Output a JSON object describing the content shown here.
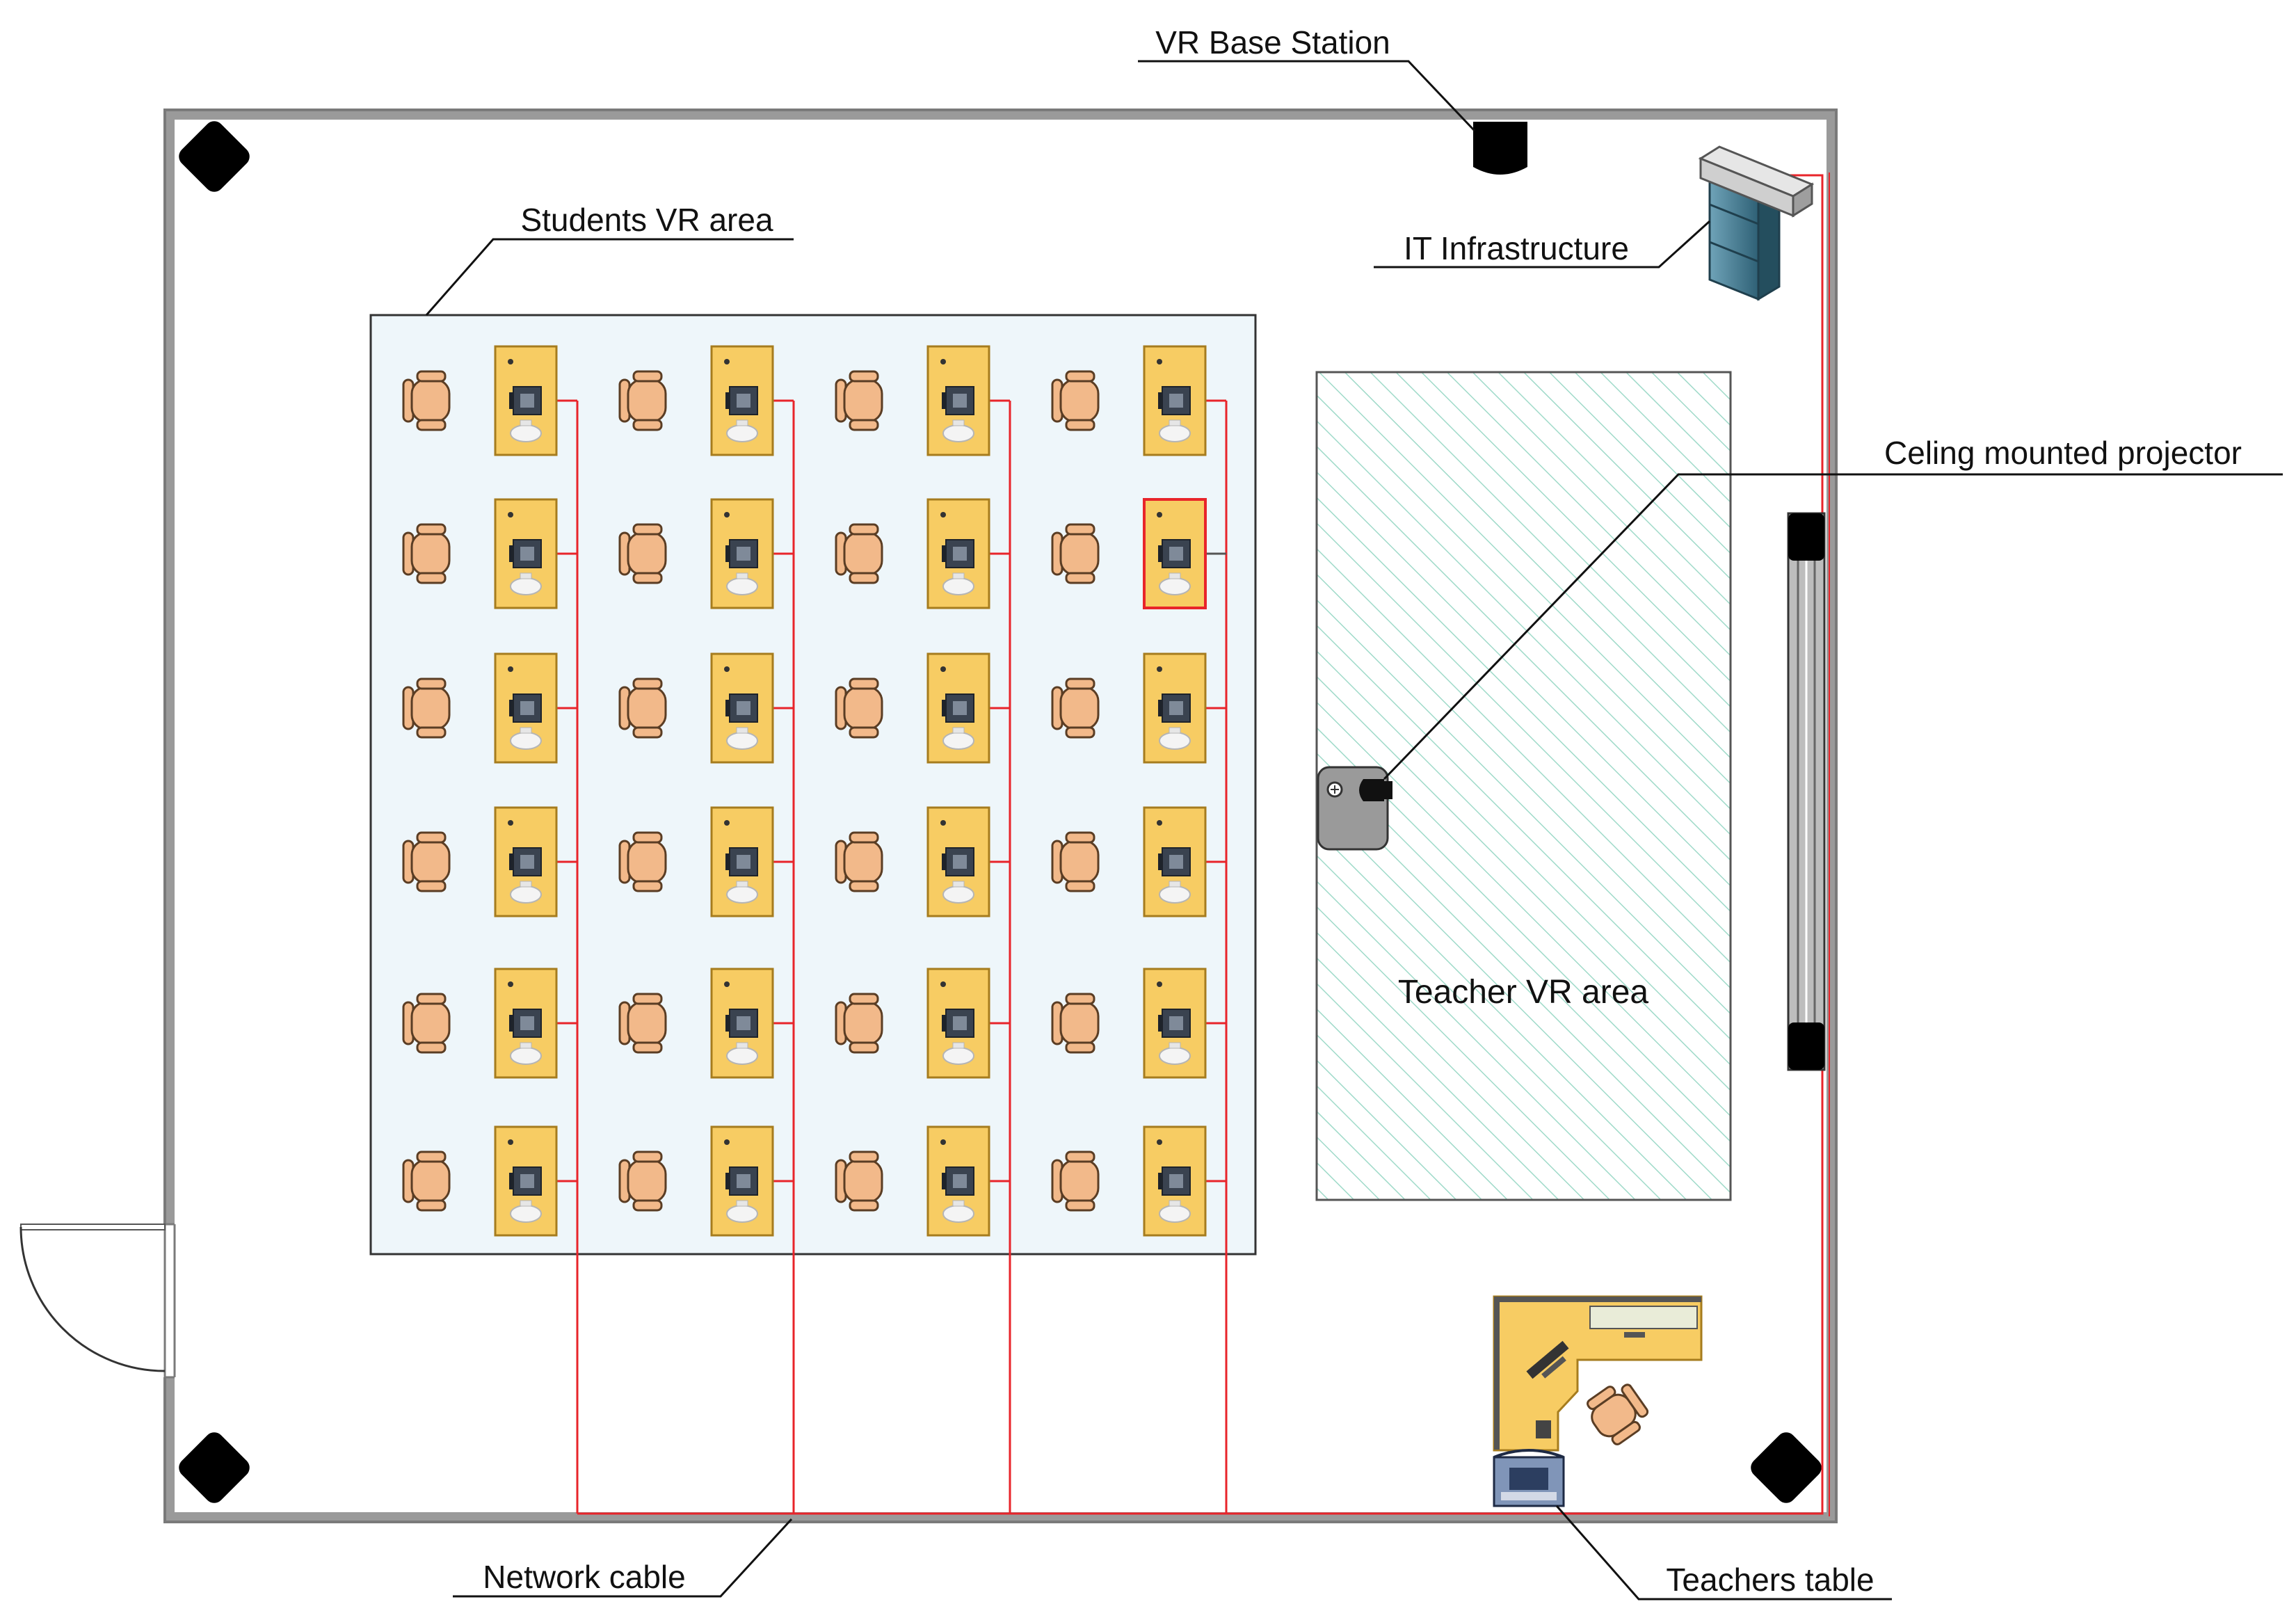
{
  "labels": {
    "vr_base_station": "VR Base Station",
    "students_vr_area": "Students VR area",
    "it_infrastructure": "IT Infrastructure",
    "ceiling_projector": "Celing mounted projector",
    "teacher_vr_area": "Teacher VR area",
    "network_cable": "Network cable",
    "teachers_table": "Teachers table"
  },
  "layout": {
    "student_rows": 6,
    "student_cols": 4,
    "highlighted_desk": {
      "row": 2,
      "col": 4
    }
  },
  "colors": {
    "wall": "#8f8f8f",
    "cable": "#e8242a",
    "students_area_fill": "#eef6fa",
    "teacher_area_hatch": "#9fdac9",
    "desk_fill": "#f7cc63",
    "desk_stroke": "#a67c1e",
    "chair_fill": "#f2b98a",
    "chair_stroke": "#5a3d24",
    "highlight": "#e8242a"
  }
}
